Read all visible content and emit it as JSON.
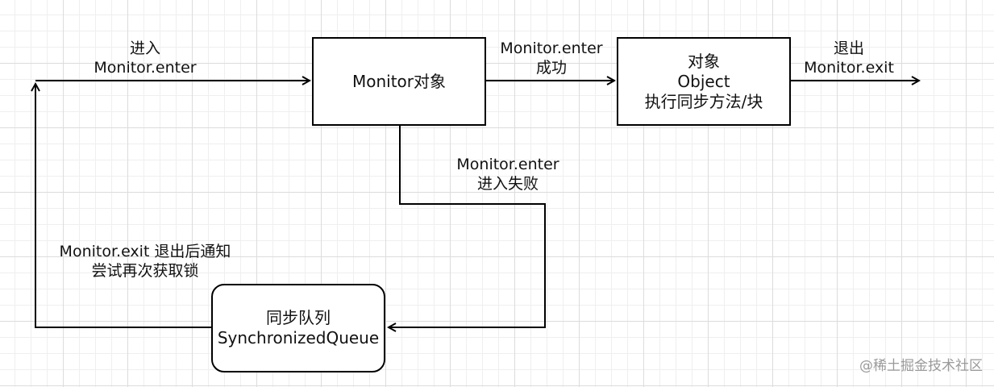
{
  "nodes": {
    "monitor": {
      "label": "Monitor对象"
    },
    "object": {
      "lines": [
        "对象",
        "Object",
        "执行同步方法/块"
      ]
    },
    "queue": {
      "lines": [
        "同步队列",
        "SynchronizedQueue"
      ]
    }
  },
  "edge_labels": {
    "enter": [
      "进入",
      "Monitor.enter"
    ],
    "enter_success": [
      "Monitor.enter",
      "成功"
    ],
    "exit": [
      "退出",
      "Monitor.exit"
    ],
    "enter_fail": [
      "Monitor.enter",
      "进入失败"
    ],
    "notify": [
      "Monitor.exit 退出后通知",
      "尝试再次获取锁"
    ]
  },
  "watermark": "@稀土掘金技术社区"
}
